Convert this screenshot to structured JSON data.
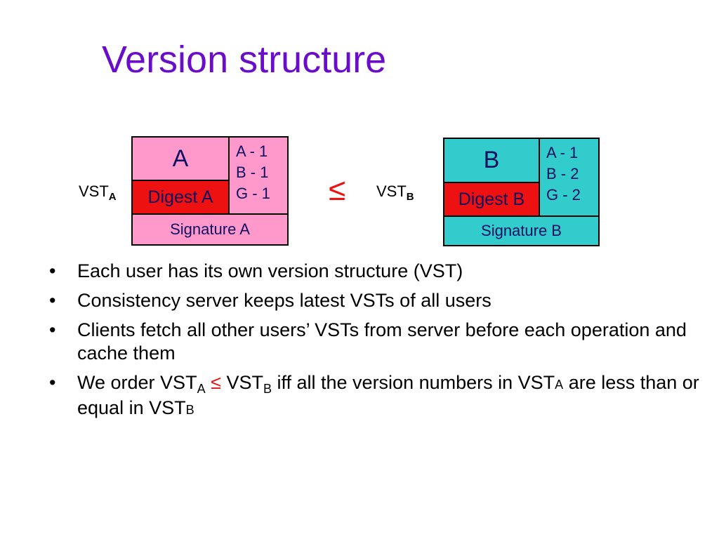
{
  "slide": {
    "title": "Version structure",
    "comparator_symbol": "≤"
  },
  "vst_a": {
    "label_main": "VST",
    "label_sub": "A",
    "name": "A",
    "digest": "Digest A",
    "versions": [
      "A - 1",
      "B - 1",
      "G - 1"
    ],
    "signature": "Signature A",
    "color": "#ff99cc"
  },
  "vst_b": {
    "label_main": "VST",
    "label_sub": "B",
    "name": "B",
    "digest": "Digest B",
    "versions": [
      "A - 1",
      "B - 2",
      "G - 2"
    ],
    "signature": "Signature B",
    "color": "#33cccc"
  },
  "colors": {
    "title": "#6a0dc9",
    "digest": "#ee1111",
    "comparator": "#ee1111",
    "cell_text": "#101060"
  },
  "bullets": {
    "item1": "Each user has its own version structure (VST)",
    "item2": "Consistency server keeps latest VSTs of all users",
    "item3": "Clients fetch all other users’ VSTs from server before each operation and cache them",
    "item4": {
      "p1": "We order VST",
      "p1_sub": "A",
      "leq": "≤",
      "p2": "VST",
      "p2_sub": "B",
      "p3": "iff all the version numbers in VST",
      "p3_sub": "A",
      "p4": "are less than or equal in VST",
      "p4_sub": "B"
    }
  }
}
